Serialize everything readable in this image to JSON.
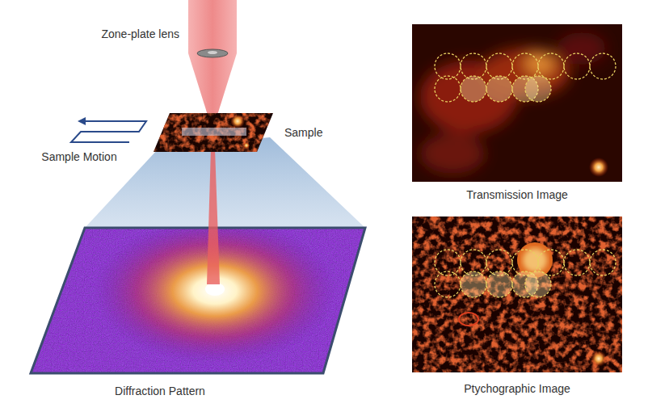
{
  "diagram": {
    "labels": [
      "Zone-plate lens",
      "Sample Motion",
      "Sample",
      "Diffraction Pattern",
      "Transmission Image",
      "Ptychographic Image"
    ]
  }
}
